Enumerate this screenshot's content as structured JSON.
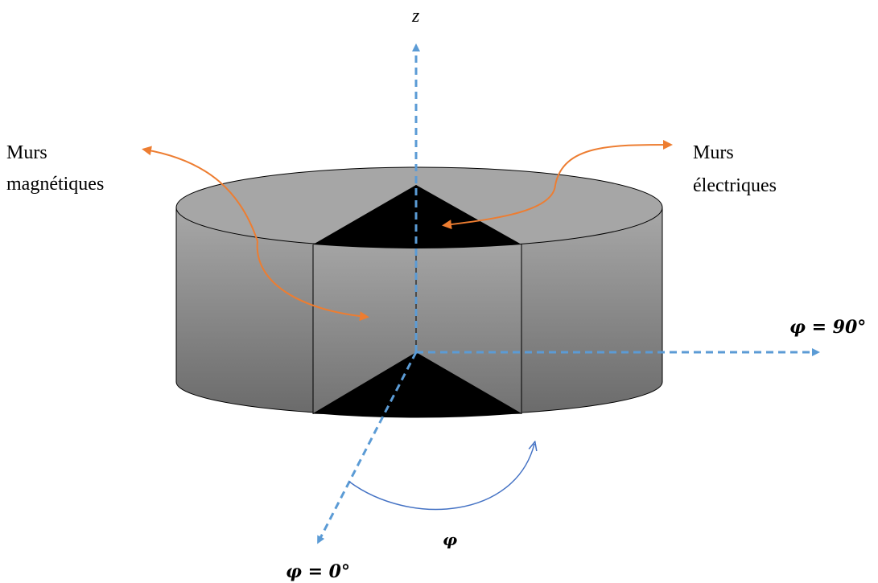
{
  "labels": {
    "z_axis": "z",
    "phi_90": "φ = 90°",
    "phi_0": "φ = 0°",
    "phi_arc": "φ",
    "magnetic_walls_line1": "Murs",
    "magnetic_walls_line2": "magnétiques",
    "electric_walls_line1": "Murs",
    "electric_walls_line2": "électriques"
  },
  "colors": {
    "axis": "#5b9bd5",
    "callout_arrow": "#ed7d31",
    "rotation_arc": "#4472c4",
    "cylinder_top": "#a6a6a6",
    "cylinder_side_light": "#a6a6a6",
    "cylinder_side_dark": "#6e6e6e",
    "wedge": "#000000"
  }
}
